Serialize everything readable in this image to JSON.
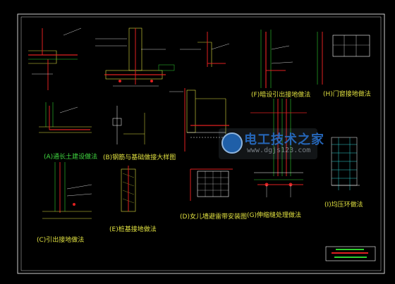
{
  "watermark": {
    "text": "电工技术之家",
    "url": "www.dgjs123.com"
  },
  "labels": {
    "a": "(A)通长土建设做法",
    "b": "(B)钢筋与基础做接大样图",
    "c": "(C)引出接地做法",
    "d": "(D)女儿墙避雷带安装图",
    "e": "(E)桩基接地做法",
    "f": "(F)暗设引出接地做法",
    "g": "(G)伸缩缝处理做法",
    "h": "(H)门窗接地做法",
    "i": "(I)均压环做法"
  },
  "colors": {
    "background": "#000000",
    "frame": "#ffffff",
    "line_red": "#e02020",
    "line_green": "#30d030",
    "line_yellow": "#e0e040",
    "line_cyan": "#30d0d0",
    "line_white": "#ffffff",
    "watermark_blue": "#1f5fa8"
  }
}
